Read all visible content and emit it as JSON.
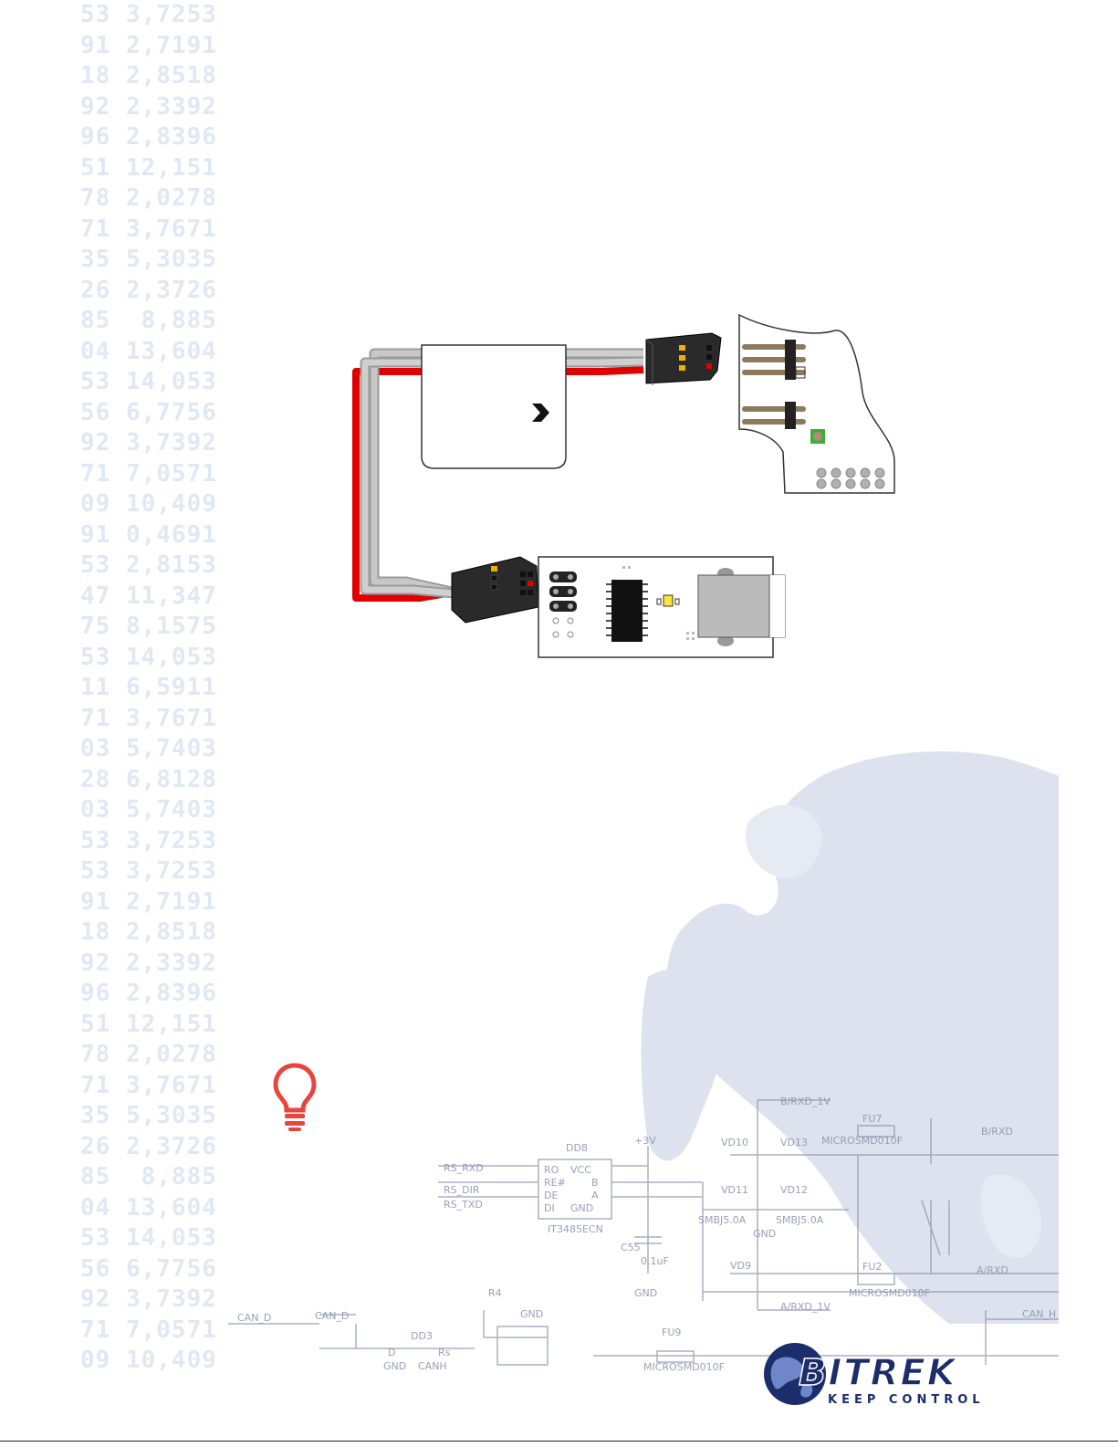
{
  "background_numbers": [
    "53 3,7253",
    "91 2,7191",
    "18 2,8518",
    "92 2,3392",
    "96 2,8396",
    "51 12,151",
    "78 2,0278",
    "71 3,7671",
    "35 5,3035",
    "26 2,3726",
    "85  8,885",
    "04 13,604",
    "53 14,053",
    "56 6,7756",
    "92 3,7392",
    "71 7,0571",
    "09 10,409",
    "91 0,4691",
    "53 2,8153",
    "47 11,347",
    "75 8,1575",
    "53 14,053",
    "11 6,5911",
    "71 3,7671",
    "03 5,7403",
    "28 6,8128",
    "03 5,7403",
    "53 3,7253",
    "53 3,7253",
    "91 2,7191",
    "18 2,8518",
    "92 2,3392",
    "96 2,8396",
    "51 12,151",
    "78 2,0278",
    "71 3,7671",
    "35 5,3035",
    "26 2,3726",
    "85  8,885",
    "04 13,604",
    "53 14,053",
    "56 6,7756",
    "92 3,7392",
    "71 7,0571",
    "09 10,409"
  ],
  "schematic": {
    "labels": [
      "RS_RXD",
      "RS_DIR",
      "RS_TXD",
      "RO",
      "RE#",
      "DE",
      "DI",
      "VCC",
      "B",
      "A",
      "GND",
      "IT3485ECN",
      "DD8",
      "+3V",
      "C55",
      "0.1uF",
      "GND",
      "VD10",
      "VD11",
      "VD12",
      "VD13",
      "VD9",
      "SMBJ5.0A",
      "SMBJ5.0A",
      "GND",
      "FU7",
      "MICROSMD010F",
      "FU2",
      "MICROSMD010F",
      "B/RXD_1V",
      "A/RXD_1V",
      "B/RXD",
      "A/RXD",
      "CAN_D",
      "CAN_D",
      "DD3",
      "D",
      "GND",
      "Rs",
      "CANH",
      "FU9",
      "MICROSMD010F",
      "CAN_H",
      "R4",
      "GND"
    ]
  },
  "logo": {
    "name": "BITREK",
    "tagline": "KEEP CONTROL"
  },
  "colors": {
    "link": "#1a3cc8",
    "wire_red": "#e00000",
    "wire_gray": "#b9b9b9",
    "tip": "#e8463c"
  }
}
